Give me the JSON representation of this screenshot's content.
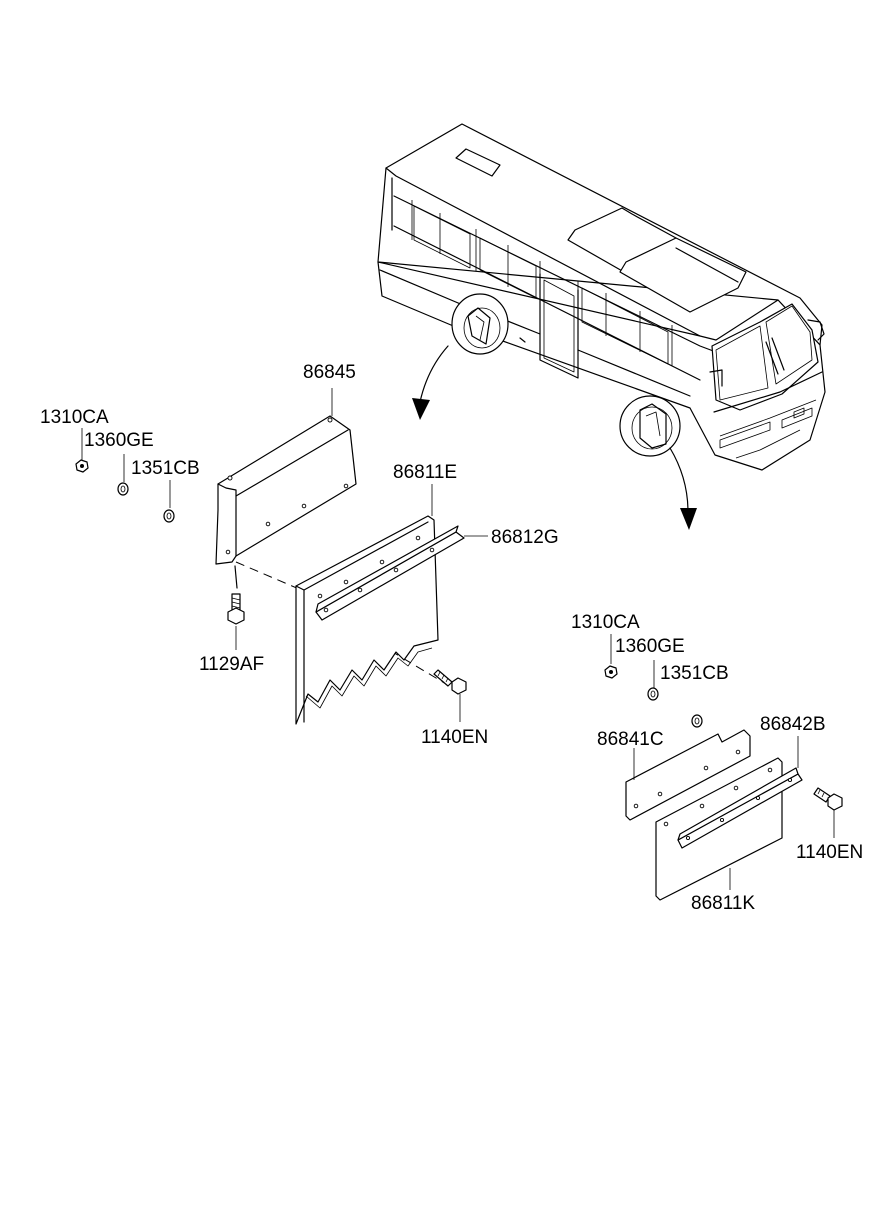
{
  "labels": {
    "top_bracket": "86845",
    "nut_left": "1310CA",
    "washer_left": "1360GE",
    "lockwasher_left": "1351CB",
    "mudflap_left": "86811E",
    "strip_left": "86812G",
    "bolt_left": "1129AF",
    "screw_left": "1140EN",
    "nut_right": "1310CA",
    "washer_right": "1360GE",
    "lockwasher_right": "1351CB",
    "bracket_right": "86841C",
    "strip_right": "86842B",
    "screw_right": "1140EN",
    "mudflap_right": "86811K"
  }
}
